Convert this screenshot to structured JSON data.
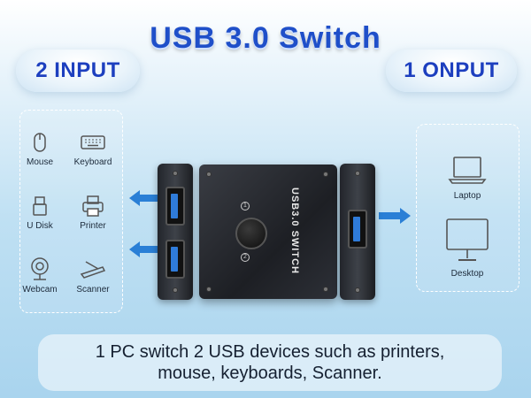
{
  "title": "USB 3.0 Switch",
  "inputs_label": "2 INPUT",
  "outputs_label": "1 ONPUT",
  "switch_label": "USB3.0 SWITCH",
  "input_devices": [
    {
      "name": "Mouse",
      "icon": "mouse-icon"
    },
    {
      "name": "Keyboard",
      "icon": "keyboard-icon"
    },
    {
      "name": "U Disk",
      "icon": "usb-disk-icon"
    },
    {
      "name": "Printer",
      "icon": "printer-icon"
    },
    {
      "name": "Webcam",
      "icon": "webcam-icon"
    },
    {
      "name": "Scanner",
      "icon": "scanner-icon"
    }
  ],
  "output_devices": [
    {
      "name": "Laptop",
      "icon": "laptop-icon"
    },
    {
      "name": "Desktop",
      "icon": "desktop-icon"
    }
  ],
  "button_leds": [
    "1",
    "2"
  ],
  "description": {
    "line1": "1 PC switch 2 USB devices such as printers,",
    "line2": "mouse, keyboards, Scanner."
  },
  "colors": {
    "title": "#1f4fc9",
    "arrow": "#2a7fd6",
    "accent_port": "#2f7bd9"
  }
}
